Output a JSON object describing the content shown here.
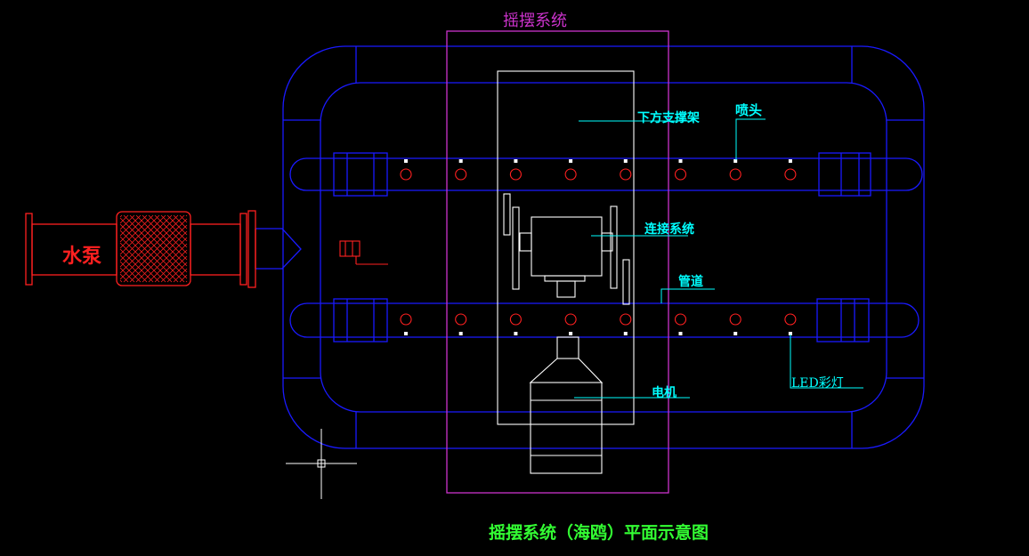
{
  "labels": {
    "swing_system": "摇摆系统",
    "lower_support": "下方支撑架",
    "nozzle": "喷头",
    "connection_system": "连接系统",
    "pipe": "管道",
    "motor": "电机",
    "led_light": "LED彩灯",
    "water_pump": "水泵",
    "title": "摇摆系统（海鸥）平面示意图"
  },
  "colors": {
    "background": "#000000",
    "pipe_outline": "#1a1aff",
    "frame": "#ffffff",
    "swing_box": "#cc33cc",
    "nozzle_circle": "#ff2020",
    "pump": "#ff2020",
    "leader": "#00ffff",
    "title": "#33ff33"
  },
  "nozzle_count_per_row": 8,
  "pipe_rows": 2
}
